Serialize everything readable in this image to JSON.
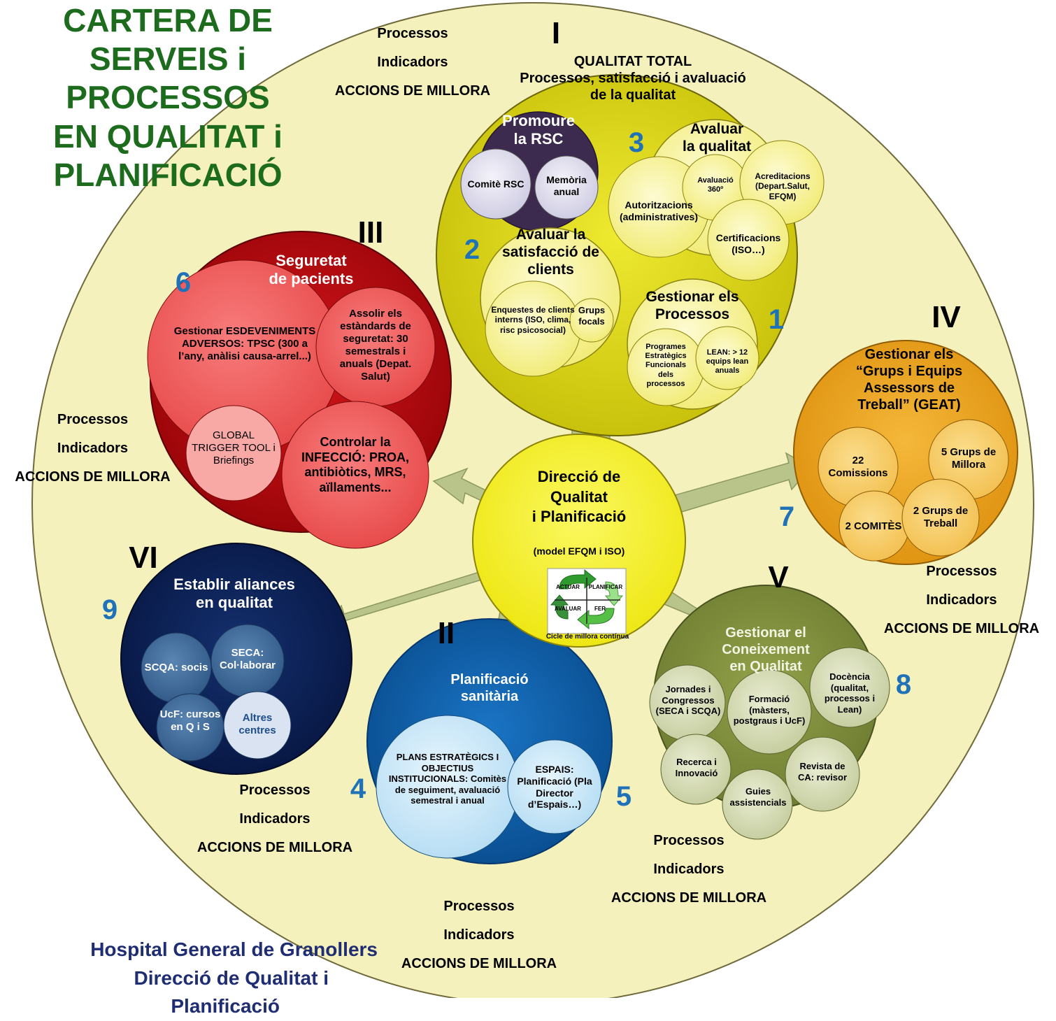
{
  "title_lines": [
    "CARTERA DE",
    "SERVEIS i",
    "PROCESSOS",
    "EN QUALITAT i",
    "PLANIFICACIÓ"
  ],
  "footer_lines": [
    "Hospital General de Granollers",
    "Direcció de Qualitat i",
    "Planificació"
  ],
  "pim_lines": [
    "Processos",
    "Indicadors",
    "ACCIONS DE MILLORA"
  ],
  "colors": {
    "outer_circle": "#f4f1bc",
    "quality_total": "#d6cf14",
    "safety": "#b4080e",
    "planning": "#0e5ea8",
    "alliances": "#0c1f57",
    "knowledge": "#7e8d3c",
    "geat": "#eda524",
    "center": "#f5f11a",
    "arrows": "#b8c489"
  },
  "center": {
    "title_lines": [
      "Direcció de",
      "Qualitat",
      "i Planificació"
    ],
    "subtitle": "(model EFQM i ISO)",
    "cycle_caption": "Cicle de millora contínua",
    "cycle_labels": [
      "ACTUAR",
      "PLANIFICAR",
      "AVALUAR",
      "FER"
    ]
  },
  "sections": {
    "qt": {
      "roman": "I",
      "header_lines": [
        "QUALITAT TOTAL",
        "Processos, satisfacció i avaluació",
        "de la qualitat"
      ],
      "rsc": {
        "title_lines": [
          "Promoure",
          "la RSC"
        ],
        "items": [
          "Comitè RSC",
          "Memòria anual"
        ]
      },
      "eval": {
        "number": "3",
        "title_lines": [
          "Avaluar",
          "la qualitat"
        ],
        "items": [
          "Autoritzacions (administratives)",
          "Avaluació 360º",
          "Acreditacions (Depart.Salut, EFQM)",
          "Certificacions (ISO…)"
        ]
      },
      "sat": {
        "number": "2",
        "title_lines": [
          "Avaluar la",
          "satisfacció de",
          "clients"
        ],
        "items": [
          "Enquestes de clients interns (ISO, clima, risc psicosocial)",
          "Grups focals"
        ]
      },
      "proc": {
        "number": "1",
        "title_lines": [
          "Gestionar els",
          "Processos"
        ],
        "items": [
          "Programes Estratègics Funcionals dels processos",
          "LEAN: > 12 equips lean anuals"
        ]
      }
    },
    "safety": {
      "roman": "III",
      "number": "6",
      "title_lines": [
        "Seguretat",
        "de pacients"
      ],
      "items": [
        "Gestionar ESDEVENIMENTS ADVERSOS: TPSC (300 a l’any, anàlisi causa-arrel...)",
        "Assolir els estàndards de seguretat: 30 semestrals i anuals (Depat. Salut)",
        "GLOBAL TRIGGER TOOL i Briefings",
        "Controlar la INFECCIÓ: PROA, antibiòtics, MRS, aïllaments..."
      ]
    },
    "geat": {
      "roman": "IV",
      "number": "7",
      "title_lines": [
        "Gestionar els",
        "“Grups i Equips",
        "Assessors de",
        "Treball” (GEAT)"
      ],
      "items": [
        "22 Comissions",
        "5 Grups de Millora",
        "2 COMITÈS",
        "2 Grups de Treball"
      ]
    },
    "alliances": {
      "roman": "VI",
      "number": "9",
      "title_lines": [
        "Establir aliances",
        "en qualitat"
      ],
      "items": [
        "SCQA: socis",
        "SECA: Col·laborar",
        "UcF: cursos en Q i S",
        "Altres centres"
      ]
    },
    "planning": {
      "roman": "II",
      "number_left": "4",
      "number_right": "5",
      "title_lines": [
        "Planificació",
        "sanitària"
      ],
      "items": [
        "PLANS ESTRATÈGICS I OBJECTIUS INSTITUCIONALS: Comitès de seguiment, avaluació semestral i anual",
        "ESPAIS: Planificació (Pla Director d’Espais…)"
      ]
    },
    "knowledge": {
      "roman": "V",
      "number": "8",
      "title_lines": [
        "Gestionar el",
        "Coneixement",
        "en Qualitat"
      ],
      "items": [
        "Jornades i Congressos (SECA i SCQA)",
        "Formació (màsters, postgraus i UcF)",
        "Docència (qualitat, processos i Lean)",
        "Recerca i Innovació",
        "Revista de CA: revisor",
        "Guies assistencials"
      ]
    }
  }
}
